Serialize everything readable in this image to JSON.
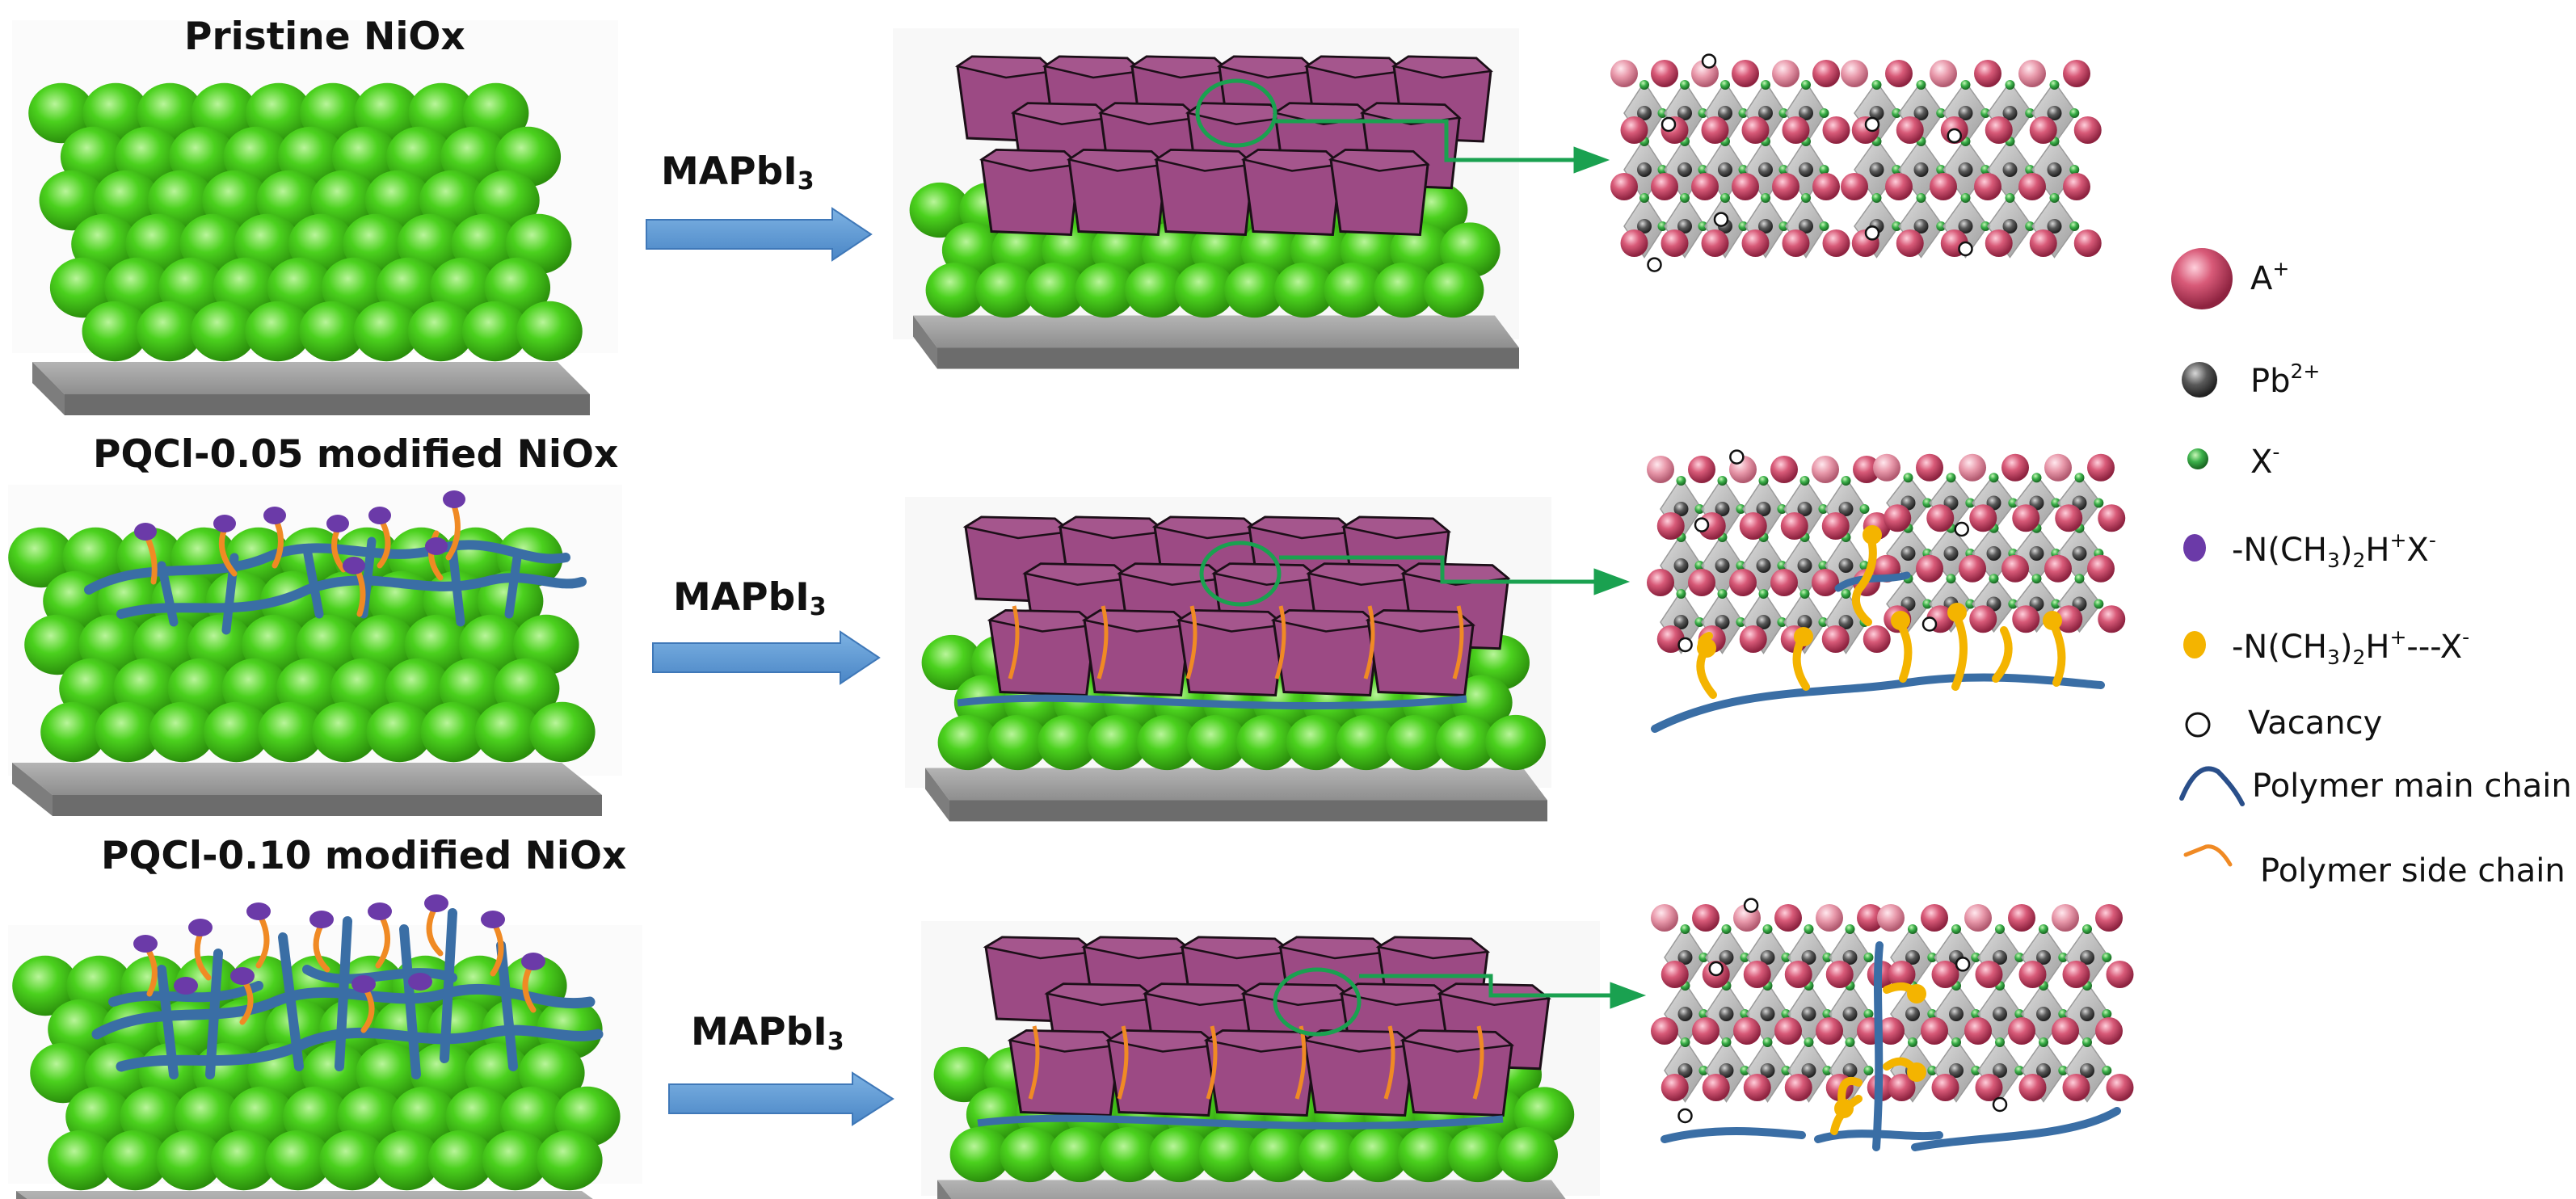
{
  "rows": [
    {
      "title": "Pristine NiOx",
      "arrow_label": "MAPbI",
      "arrow_sub": "3"
    },
    {
      "title": "PQCl-0.05 modified NiOx",
      "arrow_label": "MAPbI",
      "arrow_sub": "3"
    },
    {
      "title": "PQCl-0.10 modified NiOx",
      "arrow_label": "MAPbI",
      "arrow_sub": "3"
    }
  ],
  "legend": {
    "a_cation": {
      "base": "A",
      "sup": "+"
    },
    "pb": {
      "base": "Pb",
      "sup": "2+"
    },
    "halide": {
      "base": "X",
      "sup": "-"
    },
    "ammonium": {
      "pre": "-N(CH",
      "sub": "3",
      "mid": ")",
      "sub2": "2",
      "h": "H",
      "sup": "+",
      "x": "X",
      "sup2": "-"
    },
    "ammonium_bound": {
      "pre": "-N(CH",
      "sub": "3",
      "mid": ")",
      "sub2": "2",
      "h": "H",
      "sup": "+",
      "x": "---X",
      "sup2": "-"
    },
    "vacancy": "Vacancy",
    "main_chain": "Polymer main chain",
    "side_chain": "Polymer side chain"
  },
  "colors": {
    "green": "#4bd11e",
    "perovskite": "#9c4a84",
    "arrow": "#5b9bd5",
    "polymer": "#3a6ea5",
    "sidechain": "#f08a24",
    "bound": "#f4b400",
    "ammonium": "#6b3aa8",
    "a_cation": "#d04a6a",
    "pb": "#555555",
    "halide": "#3bb04a",
    "pointer": "#1aa150"
  }
}
